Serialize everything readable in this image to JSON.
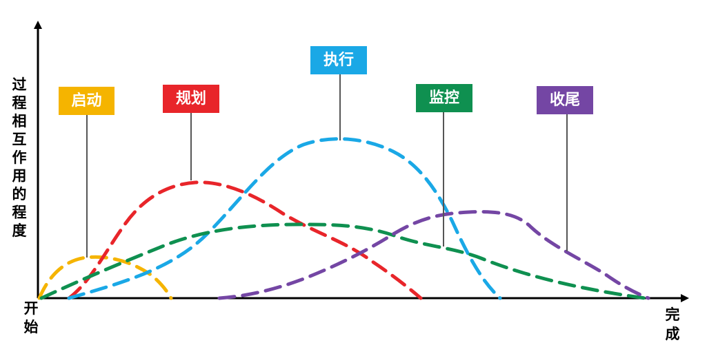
{
  "axis": {
    "y_label": "过程相互作用的程度",
    "x_start": "开始",
    "x_end": "完成",
    "axis_color": "#000000"
  },
  "processes": [
    {
      "key": "initiating",
      "label": "启动",
      "color": "#f5b400"
    },
    {
      "key": "planning",
      "label": "规划",
      "color": "#e8252a"
    },
    {
      "key": "executing",
      "label": "执行",
      "color": "#1aa8e6"
    },
    {
      "key": "monitoring",
      "label": "监控",
      "color": "#0f9050"
    },
    {
      "key": "closing",
      "label": "收尾",
      "color": "#7446a4"
    }
  ]
}
